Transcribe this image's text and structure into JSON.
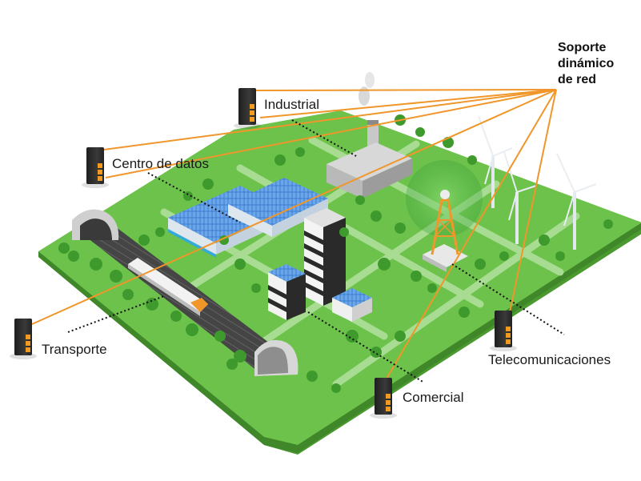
{
  "hub": {
    "title_lines": [
      "Soporte",
      "dinámico",
      "de red"
    ]
  },
  "sectors": [
    {
      "id": "industrial",
      "label": "Industrial"
    },
    {
      "id": "datacenter",
      "label": "Centro de datos"
    },
    {
      "id": "transport",
      "label": "Transporte"
    },
    {
      "id": "commercial",
      "label": "Comercial"
    },
    {
      "id": "telecom",
      "label": "Telecomunicaciones"
    }
  ],
  "colors": {
    "grass": "#6cc24a",
    "grass_side": "#4a9a30",
    "connector": "#f0962a",
    "battery_body": "#2b2b2b",
    "battery_cell": "#f39a1e"
  },
  "icons": {
    "battery": "battery-storage-icon",
    "wind": "wind-turbine-icon",
    "tower": "telecom-tower-icon",
    "solar": "solar-panel-icon"
  }
}
